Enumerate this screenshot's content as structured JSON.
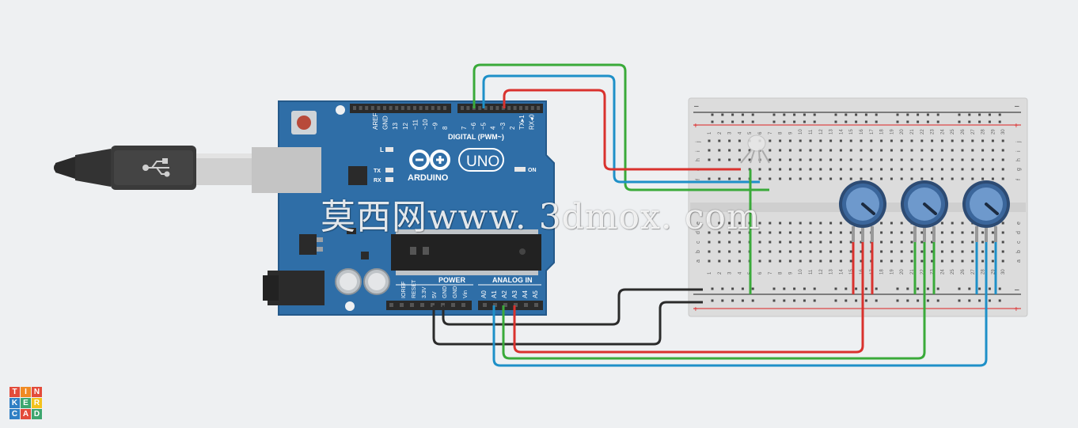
{
  "app": {
    "logo_letters": [
      "T",
      "I",
      "N",
      "K",
      "E",
      "R",
      "C",
      "A",
      "D"
    ],
    "logo_colors": [
      "#e34b3a",
      "#f08a24",
      "#e34b3a",
      "#2f7fc4",
      "#3da66f",
      "#f3c21c",
      "#2f7fc4",
      "#e34b3a",
      "#3da66f"
    ]
  },
  "watermark": {
    "text": "莫西网www. 3dmox. com"
  },
  "arduino": {
    "brand": "ARDUINO",
    "model": "UNO",
    "digital_label": "DIGITAL (PWM~)",
    "power_label": "POWER",
    "analog_label": "ANALOG IN",
    "on_label": "ON",
    "led_l": "L",
    "led_tx": "TX",
    "led_rx": "RX",
    "top_header_labels": [
      "AREF",
      "GND",
      "13",
      "12",
      "~11",
      "~10",
      "~9",
      "8",
      "7",
      "~6",
      "~5",
      "4",
      "~3",
      "2",
      "TX▸1",
      "RX◂0"
    ],
    "power_pins": [
      "IOREF",
      "RESET",
      "3.3V",
      "5V",
      "GND",
      "GND",
      "Vin"
    ],
    "analog_pins": [
      "A0",
      "A1",
      "A2",
      "A3",
      "A4",
      "A5"
    ],
    "colors": {
      "board": "#2f6ea7",
      "board_edge": "#24598a"
    }
  },
  "breadboard": {
    "row_letters_top": [
      "j",
      "i",
      "h",
      "g",
      "f"
    ],
    "row_letters_bottom": [
      "e",
      "d",
      "c",
      "b",
      "a"
    ],
    "columns": [
      "1",
      "2",
      "3",
      "4",
      "5",
      "6",
      "7",
      "8",
      "9",
      "10",
      "11",
      "12",
      "13",
      "14",
      "15",
      "16",
      "17",
      "18",
      "19",
      "20",
      "21",
      "22",
      "23",
      "24",
      "25",
      "26",
      "27",
      "28",
      "29",
      "30"
    ],
    "rail_minus": "–",
    "rail_plus": "+"
  },
  "wires": {
    "red": "#d9322e",
    "green": "#3aaa3a",
    "blue": "#1e90c8",
    "black": "#2b2b2b"
  }
}
